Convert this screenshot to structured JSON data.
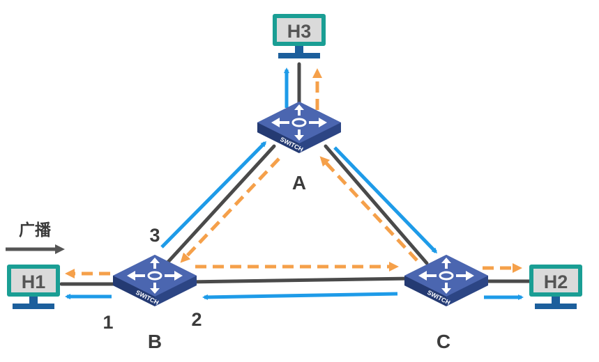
{
  "hosts": {
    "h1": "H1",
    "h2": "H2",
    "h3": "H3"
  },
  "switches": {
    "a": "A",
    "b": "B",
    "c": "C",
    "device_label": "SWITCH"
  },
  "ports": {
    "p1": "1",
    "p2": "2",
    "p3": "3"
  },
  "legend": {
    "broadcast": "广播"
  },
  "colors": {
    "link": "#4a4a4a",
    "blue_flow": "#1e9be8",
    "orange_flow": "#f5a04a",
    "host_border": "#1a9e94",
    "host_screen": "#dadada",
    "host_stand": "#1c5f9c",
    "switch_top": "#4b66b0",
    "switch_side": "#2c4584"
  }
}
